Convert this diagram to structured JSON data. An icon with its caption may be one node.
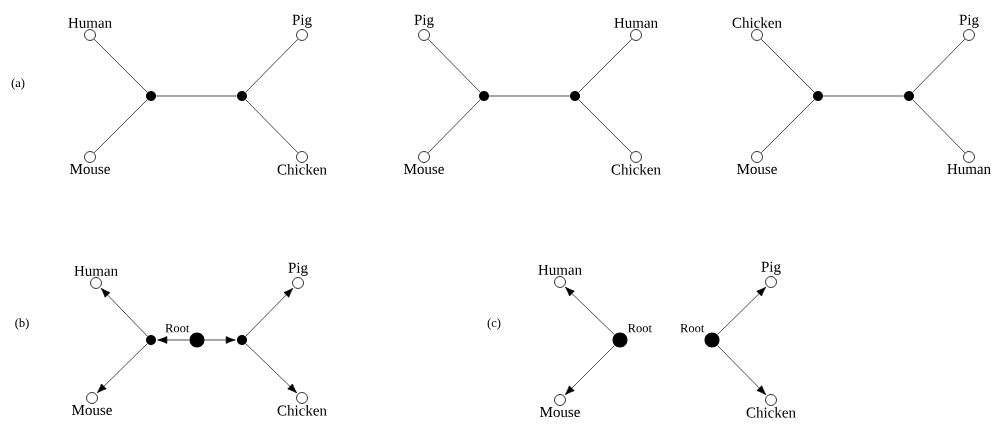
{
  "diagram": {
    "nodes": [
      {
        "text": [
          "Human"
        ]
      },
      {
        "text": [
          "Pig"
        ]
      },
      {
        "text": [
          "Mouse"
        ]
      },
      {
        "text": [
          "Chicken"
        ]
      },
      {
        "text": [],
        "shape": "circle"
      },
      {
        "text": [],
        "shape": "circle"
      },
      {
        "text": [
          "Pig"
        ]
      },
      {
        "text": [
          "Human"
        ]
      },
      {
        "text": [
          "Mouse"
        ]
      },
      {
        "text": [
          "Chicken"
        ]
      },
      {
        "text": [],
        "shape": "circle"
      },
      {
        "text": [],
        "shape": "circle"
      },
      {
        "text": [
          "Chicken"
        ]
      },
      {
        "text": [
          "Pig"
        ]
      },
      {
        "text": [
          "Mouse"
        ]
      },
      {
        "text": [
          "Human"
        ]
      },
      {
        "text": [],
        "shape": "circle"
      },
      {
        "text": [],
        "shape": "circle"
      },
      {
        "text": [
          "Human"
        ]
      },
      {
        "text": [
          "Pig"
        ]
      },
      {
        "text": [
          "Mouse"
        ]
      },
      {
        "text": [
          "Chicken"
        ]
      },
      {
        "text": [],
        "shape": "circle"
      },
      {
        "text": [],
        "shape": "circle",
        "beside": [
          "Root"
        ]
      },
      {
        "text": [],
        "shape": "circle"
      },
      {
        "text": [
          "Human"
        ]
      },
      {
        "text": [
          "Mouse"
        ]
      },
      {
        "text": [],
        "shape": "circle",
        "beside": [
          "Root"
        ]
      },
      {
        "text": [],
        "shape": "circle",
        "beside": [
          "Root"
        ]
      },
      {
        "text": [
          "Pig"
        ]
      },
      {
        "text": [
          "Chicken"
        ]
      }
    ],
    "edges": [
      {
        "from": 4,
        "to": 0,
        "arrow": "none"
      },
      {
        "from": 4,
        "to": 2,
        "arrow": "none"
      },
      {
        "from": 4,
        "to": 5,
        "arrow": "none"
      },
      {
        "from": 5,
        "to": 1,
        "arrow": "none"
      },
      {
        "from": 5,
        "to": 3,
        "arrow": "none"
      },
      {
        "from": 10,
        "to": 6,
        "arrow": "none"
      },
      {
        "from": 10,
        "to": 8,
        "arrow": "none"
      },
      {
        "from": 10,
        "to": 11,
        "arrow": "none"
      },
      {
        "from": 11,
        "to": 7,
        "arrow": "none"
      },
      {
        "from": 11,
        "to": 9,
        "arrow": "none"
      },
      {
        "from": 16,
        "to": 12,
        "arrow": "none"
      },
      {
        "from": 16,
        "to": 14,
        "arrow": "none"
      },
      {
        "from": 16,
        "to": 17,
        "arrow": "none"
      },
      {
        "from": 17,
        "to": 13,
        "arrow": "none"
      },
      {
        "from": 17,
        "to": 15,
        "arrow": "none"
      },
      {
        "from": 23,
        "to": 22,
        "arrow": "to"
      },
      {
        "from": 23,
        "to": 24,
        "arrow": "to"
      },
      {
        "from": 22,
        "to": 18,
        "arrow": "to"
      },
      {
        "from": 22,
        "to": 20,
        "arrow": "to"
      },
      {
        "from": 24,
        "to": 19,
        "arrow": "to"
      },
      {
        "from": 24,
        "to": 21,
        "arrow": "to"
      },
      {
        "from": 27,
        "to": 25,
        "arrow": "to"
      },
      {
        "from": 27,
        "to": 26,
        "arrow": "to"
      },
      {
        "from": 28,
        "to": 29,
        "arrow": "to"
      },
      {
        "from": 28,
        "to": 30,
        "arrow": "to"
      }
    ],
    "labels": [
      "(a)",
      "(b)",
      "(c)"
    ]
  }
}
